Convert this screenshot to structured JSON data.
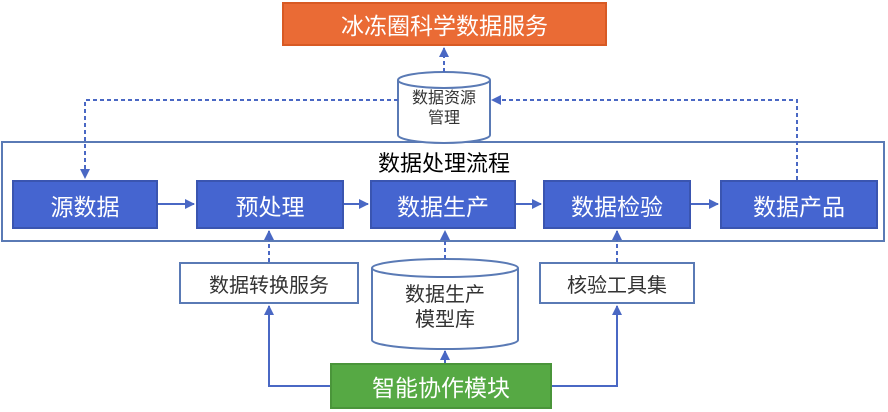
{
  "service_title": "冰冻圈科学数据服务",
  "resource_management": {
    "line1": "数据资源",
    "line2": "管理"
  },
  "process": {
    "title": "数据处理流程",
    "stages": [
      "源数据",
      "预处理",
      "数据生产",
      "数据检验",
      "数据产品"
    ]
  },
  "support": {
    "convert_service": "数据转换服务",
    "model_library": {
      "line1": "数据生产",
      "line2": "模型库"
    },
    "check_tools": "核验工具集"
  },
  "collaboration_module": "智能协作模块",
  "colors": {
    "title_orange": "#ea6b35",
    "stage_blue": "#4565d0",
    "outline_blue": "#5a7ab5",
    "module_green": "#56a944"
  }
}
